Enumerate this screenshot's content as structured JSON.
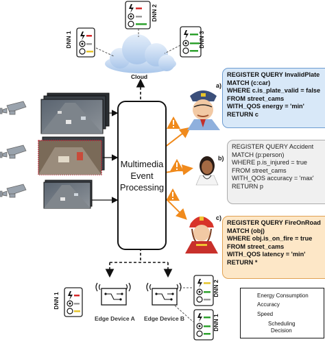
{
  "cloud": {
    "label": "Cloud"
  },
  "mep": {
    "lines": [
      "Multimedia",
      "Event",
      "Processing"
    ]
  },
  "dnn_labels": {
    "dnn1_top": "DNN 1",
    "dnn2_top": "DNN 2",
    "dnn3_top": "DNN 3",
    "dnn1_edge": "DNN 1",
    "dnn2_edge": "DNN 2",
    "dnn1_edge_b": "DNN 1"
  },
  "edge_devices": {
    "a": "Edge Device A",
    "b": "Edge Device B"
  },
  "queries": {
    "a": {
      "tag": "a)",
      "lines": [
        "REGISTER QUERY InvalidPlate",
        "MATCH (c:car)",
        "WHERE c.is_plate_valid = false",
        "FROM street_cams",
        "WITH_QOS energy = 'min'",
        "RETURN c"
      ]
    },
    "b": {
      "tag": "b)",
      "lines": [
        "REGISTER QUERY Accident",
        "MATCH (p:person)",
        "WHERE p.is_injured = true",
        "FROM street_cams",
        "WITH_QOS accuracy = 'max'",
        "RETURN p"
      ]
    },
    "c": {
      "tag": "c)",
      "lines": [
        "REGISTER QUERY FireOnRoad",
        "MATCH (obj)",
        "WHERE obj.is_on_fire = true",
        "FROM street_cams",
        "WITH_QOS latency = 'min'",
        "RETURN *"
      ]
    }
  },
  "legend": {
    "energy": "Energy Consumption",
    "accuracy": "Accuracy",
    "speed": "Speed",
    "decision": "Scheduling",
    "decision2": "Decision"
  },
  "colors": {
    "energy_bar": "#d62728",
    "good_bar": "#2ca02c",
    "warn": "#f08a1c",
    "arrow_orange": "#f08a1c",
    "cloud": "#bcd4ee"
  }
}
